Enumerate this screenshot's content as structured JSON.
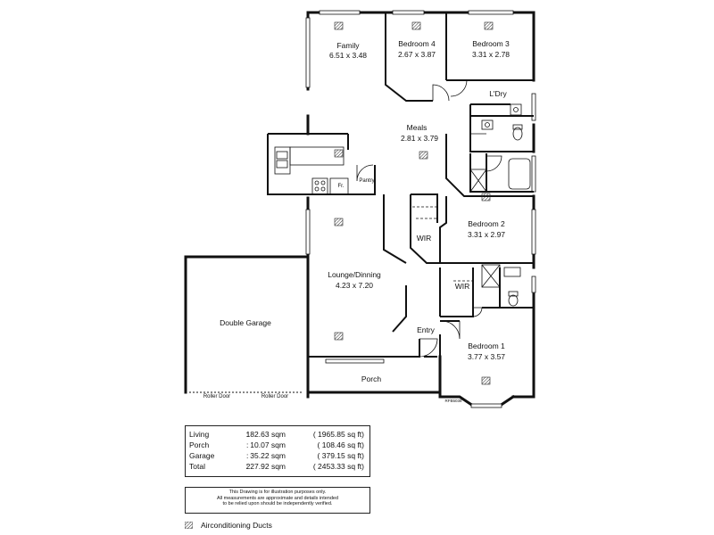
{
  "rooms": {
    "family": {
      "name": "Family",
      "dims": "6.51 x 3.48"
    },
    "bed4": {
      "name": "Bedroom 4",
      "dims": "2.67 x 3.87"
    },
    "bed3": {
      "name": "Bedroom 3",
      "dims": "3.31 x 2.78"
    },
    "ldry": {
      "name": "L'Dry"
    },
    "meals": {
      "name": "Meals",
      "dims": "2.81 x 3.79"
    },
    "fr": {
      "name": "Fr."
    },
    "pantry": {
      "name": "Pantry"
    },
    "bed2": {
      "name": "Bedroom 2",
      "dims": "3.31 x 2.97"
    },
    "wir1": {
      "name": "WIR"
    },
    "wir2": {
      "name": "WIR"
    },
    "lounge": {
      "name": "Lounge/Dinning",
      "dims": "4.23 x 7.20"
    },
    "garage": {
      "name": "Double  Garage"
    },
    "entry": {
      "name": "Entry"
    },
    "bed1": {
      "name": "Bedroom 1",
      "dims": "3.77 x 3.57"
    },
    "porch": {
      "name": "Porch"
    }
  },
  "garage_doors": [
    "Roller Door",
    "Roller Door"
  ],
  "plan_code": "RFB5038",
  "areas": [
    {
      "label": "Living",
      "sqm": "182.63 sqm",
      "sqft": "( 1965.85 sq ft)"
    },
    {
      "label": "Porch",
      "sqm": "10.07 sqm",
      "sqft": "(   108.46 sq ft)"
    },
    {
      "label": "Garage",
      "sqm": "35.22 sqm",
      "sqft": "(   379.15 sq ft)"
    },
    {
      "label": "Total",
      "sqm": "227.92 sqm",
      "sqft": "( 2453.33 sq ft)"
    }
  ],
  "disclaimer": [
    "This Drawing is for illustration purposes only.",
    "All measurements are approximate and details intended",
    "to be relied upon should be independently verified."
  ],
  "legend": {
    "label": "Airconditioning Ducts"
  }
}
